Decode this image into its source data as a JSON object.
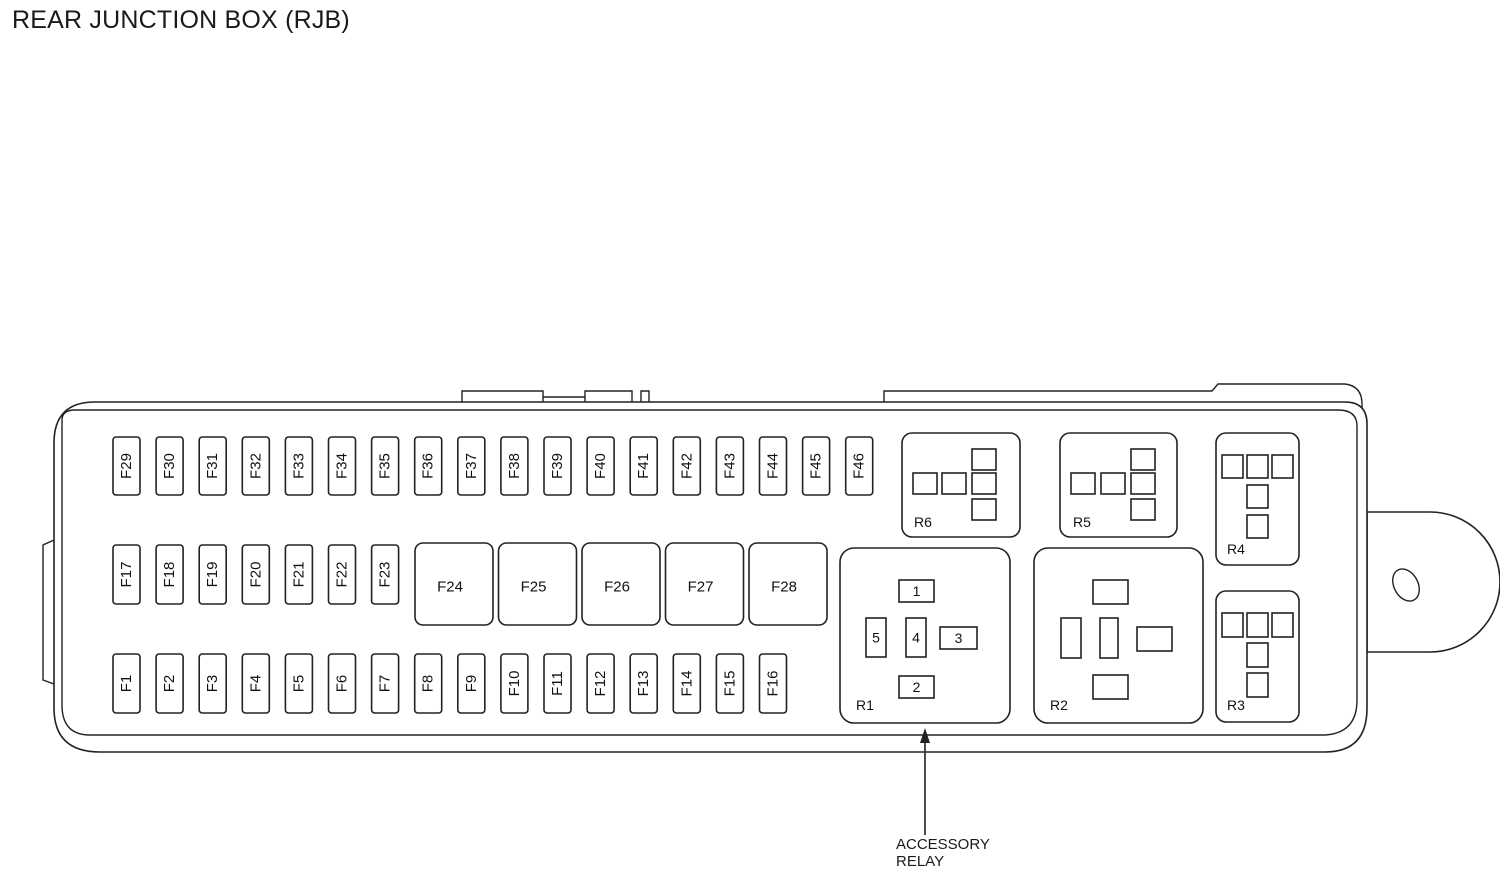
{
  "title": "REAR JUNCTION BOX (RJB)",
  "callout": {
    "line1": "ACCESSORY",
    "line2": "RELAY"
  },
  "fuses_top": [
    "F29",
    "F30",
    "F31",
    "F32",
    "F33",
    "F34",
    "F35",
    "F36",
    "F37",
    "F38",
    "F39",
    "F40",
    "F41",
    "F42",
    "F43",
    "F44",
    "F45",
    "F46"
  ],
  "fuses_mid_small": [
    "F17",
    "F18",
    "F19",
    "F20",
    "F21",
    "F22",
    "F23"
  ],
  "fuses_mid_large": [
    "F24",
    "F25",
    "F26",
    "F27",
    "F28"
  ],
  "fuses_bottom": [
    "F1",
    "F2",
    "F3",
    "F4",
    "F5",
    "F6",
    "F7",
    "F8",
    "F9",
    "F10",
    "F11",
    "F12",
    "F13",
    "F14",
    "F15",
    "F16"
  ],
  "relays": {
    "r1": {
      "label": "R1",
      "pins": [
        "1",
        "2",
        "3",
        "4",
        "5"
      ]
    },
    "r2": {
      "label": "R2"
    },
    "r3": {
      "label": "R3"
    },
    "r4": {
      "label": "R4"
    },
    "r5": {
      "label": "R5"
    },
    "r6": {
      "label": "R6"
    }
  }
}
